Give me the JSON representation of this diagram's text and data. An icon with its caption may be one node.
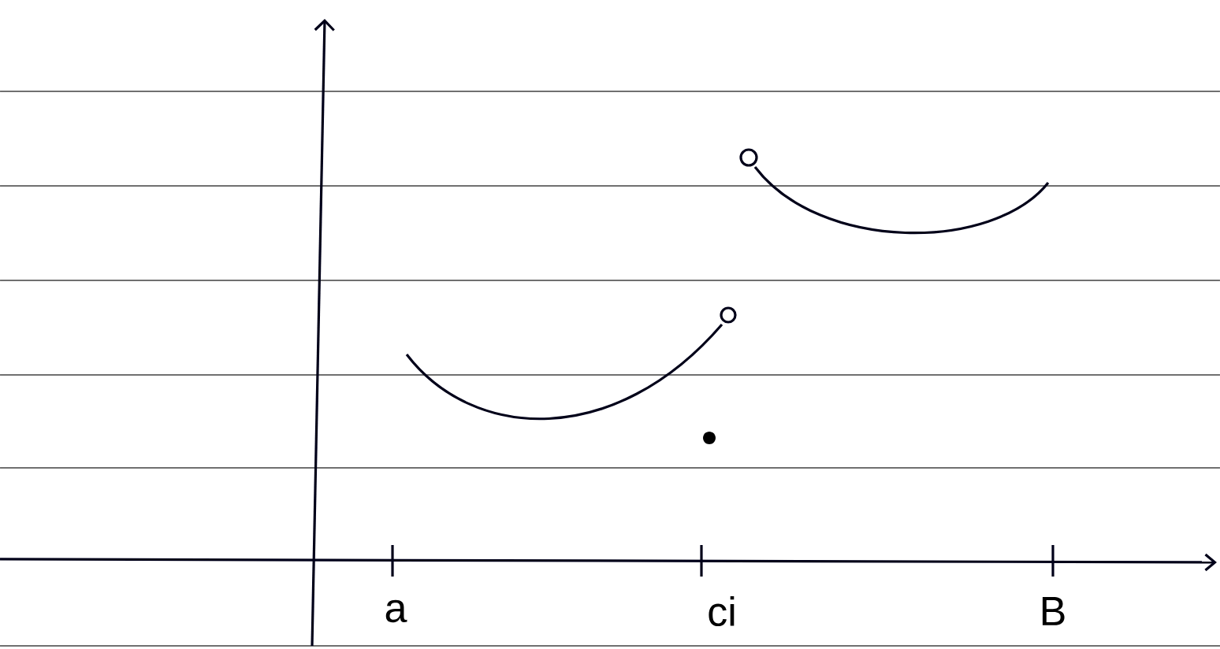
{
  "diagram": {
    "labels": [
      "a",
      "ci",
      "B"
    ]
  }
}
